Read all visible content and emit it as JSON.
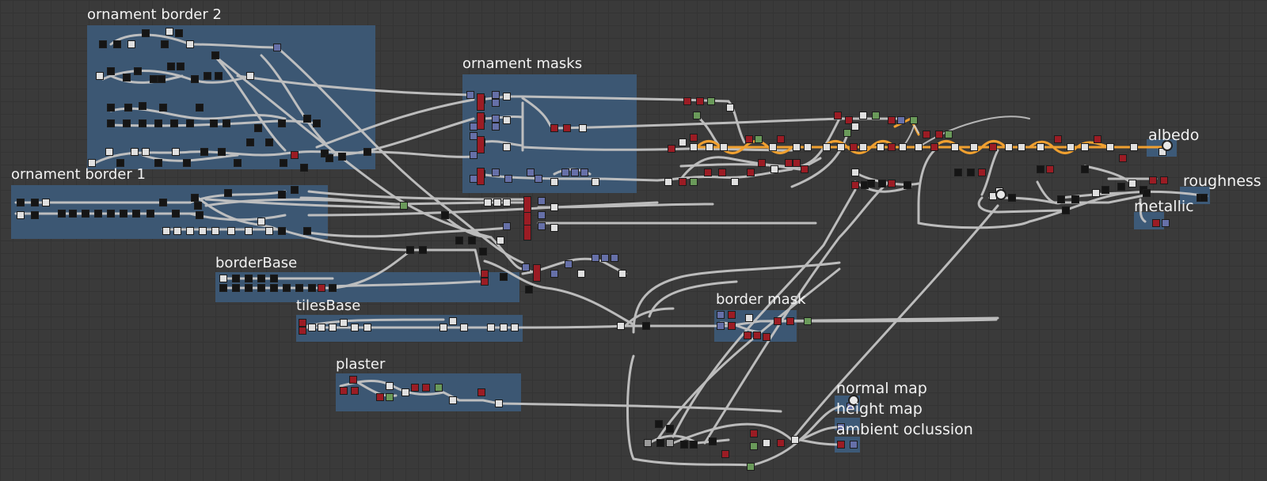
{
  "app": "Substance Designer graph",
  "frames": [
    {
      "id": "ornament-border-2",
      "title": "ornament border 2"
    },
    {
      "id": "ornament-masks",
      "title": "ornament masks"
    },
    {
      "id": "ornament-border-1",
      "title": "ornament border 1"
    },
    {
      "id": "border-base",
      "title": "borderBase"
    },
    {
      "id": "tiles-base",
      "title": "tilesBase"
    },
    {
      "id": "border-mask",
      "title": "border mask"
    },
    {
      "id": "plaster",
      "title": "plaster"
    }
  ],
  "outputs": [
    {
      "id": "albedo",
      "label": "albedo"
    },
    {
      "id": "roughness",
      "label": "roughness"
    },
    {
      "id": "metallic",
      "label": "metallic"
    },
    {
      "id": "normal-map",
      "label": "normal map"
    },
    {
      "id": "height-map",
      "label": "height map"
    },
    {
      "id": "ambient-occlusion",
      "label": "ambient oclussion"
    }
  ],
  "colors": {
    "canvas": "#3a3a3a",
    "frame": "#3d5a78",
    "wire": "#c8c8c8",
    "wire_highlight": "#f0a030",
    "node_red": "#9b1c24",
    "node_blue": "#6670a8",
    "node_green": "#6a9a5a",
    "node_white": "#e0e0e0",
    "node_black": "#151515",
    "node_gray": "#9a9a9a"
  }
}
